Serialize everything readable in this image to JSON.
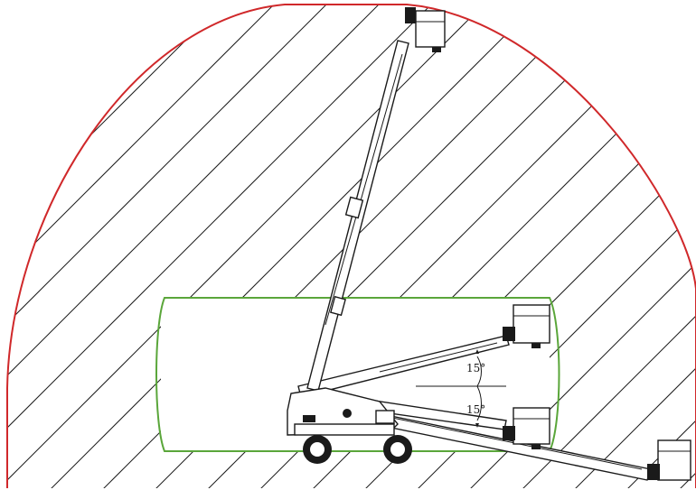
{
  "diagram": {
    "angle_up_label": "15°",
    "angle_down_label": "15°",
    "colors": {
      "envelope": "#d0282a",
      "restricted_zone": "#5aa63a",
      "lines": "#1a1a1a"
    },
    "icons": [
      "boom-lift",
      "work-platform-basket",
      "wheel"
    ]
  }
}
